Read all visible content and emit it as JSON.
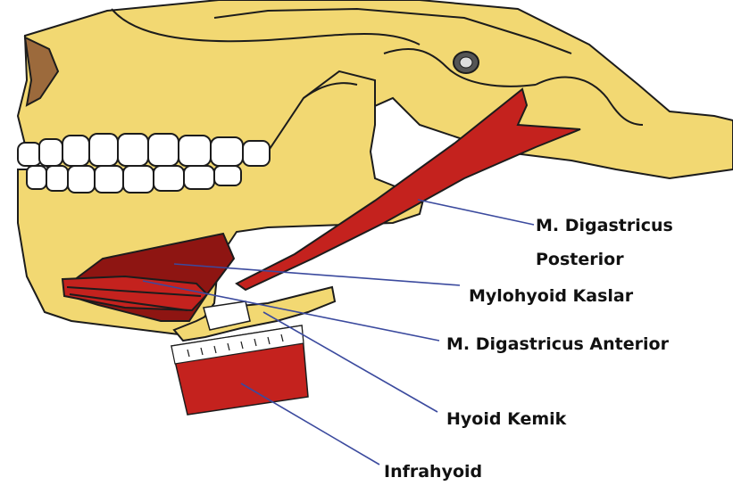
{
  "colors": {
    "bone": "#f2d872",
    "muscle": "#c4221e",
    "muscle_dark": "#8e1512",
    "teeth": "#ffffff",
    "nasal": "#9c6a3c",
    "outline": "#1c1c1c",
    "leader": "#3b4a9e"
  },
  "labels": {
    "digastricus_posterior_line1": "M. Digastricus",
    "digastricus_posterior_line2": "Posterior",
    "mylohyoid": "Mylohyoid Kaslar",
    "digastricus_anterior": "M. Digastricus Anterior",
    "hyoid": "Hyoid Kemik",
    "infrahyoid": "Infrahyoid"
  }
}
